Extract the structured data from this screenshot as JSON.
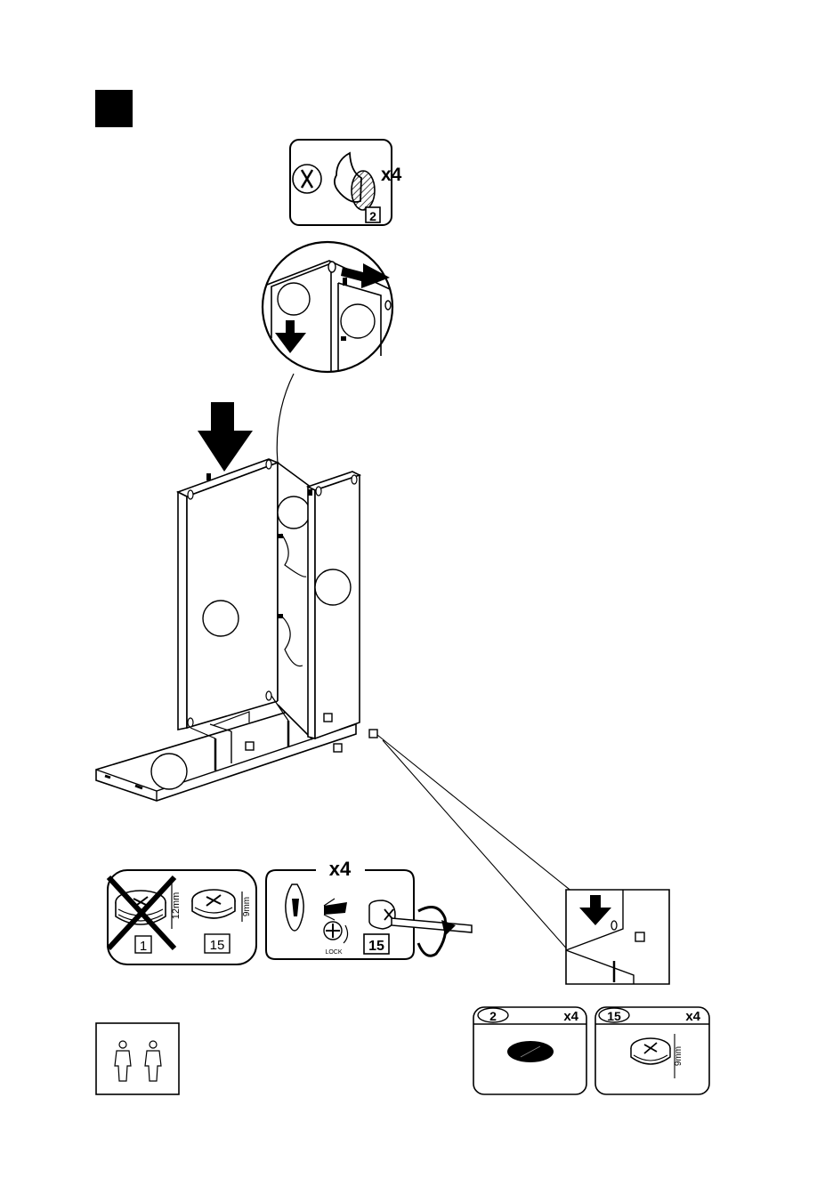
{
  "step": {
    "number": ""
  },
  "tool_box": {
    "part_number": "2",
    "quantity": "x4"
  },
  "cam_lock_compare": {
    "wrong_part": "1",
    "wrong_size": "12mm",
    "right_part": "15",
    "right_size": "9mm"
  },
  "lock_instruction": {
    "quantity": "x4",
    "lock_label": "LOCK",
    "part_number": "15"
  },
  "parts": [
    {
      "number": "2",
      "quantity": "x4"
    },
    {
      "number": "15",
      "quantity": "x4",
      "size": "9mm"
    }
  ],
  "colors": {
    "ink": "#000000",
    "paper": "#ffffff",
    "step_box": "#000000"
  }
}
